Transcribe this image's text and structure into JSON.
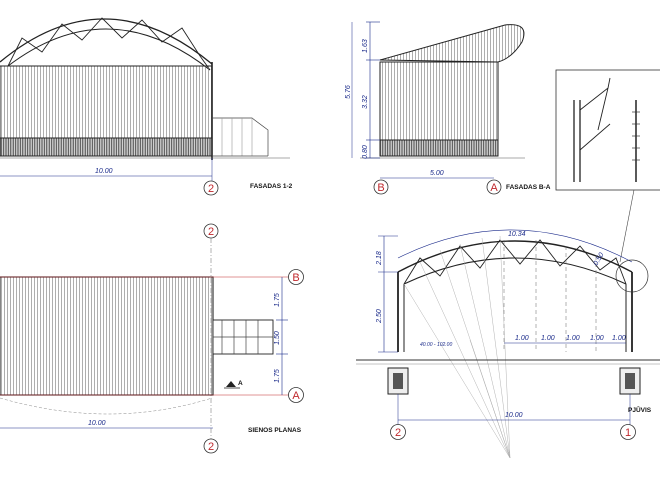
{
  "drawing": {
    "titles": {
      "facade_1_2": "FASADAS 1-2",
      "facade_b_a": "FASADAS B-A",
      "wall_plan": "SIENOS PLANAS",
      "section_partial": "PJŪVIS"
    },
    "axes": {
      "top_left_2": "2",
      "top_right_b": "B",
      "top_right_a": "A",
      "plan_top_2": "2",
      "plan_b": "B",
      "plan_a": "A",
      "plan_bottom_2": "2",
      "section_2": "2",
      "section_1": "1"
    },
    "dimensions": {
      "facade_width": "10.00",
      "ba_width": "5.00",
      "ba_h1": "1.63",
      "ba_h2": "5.76",
      "ba_h3": "3.32",
      "ba_h4": "0.80",
      "plan_d1": "1.75",
      "plan_d2": "1.50",
      "plan_d3": "1.75",
      "plan_width": "10.00",
      "plan_section_mark": "A",
      "arc_length": "10.34",
      "rise": "2.18",
      "column_height": "2.50",
      "bay_1": "1.00",
      "bay_2": "1.00",
      "bay_3": "1.00",
      "bay_4": "1.00",
      "bay_5": "1.00",
      "section_width": "10.00",
      "small_label": "40.00 - 102.00",
      "truss_depth": "0.50"
    }
  }
}
